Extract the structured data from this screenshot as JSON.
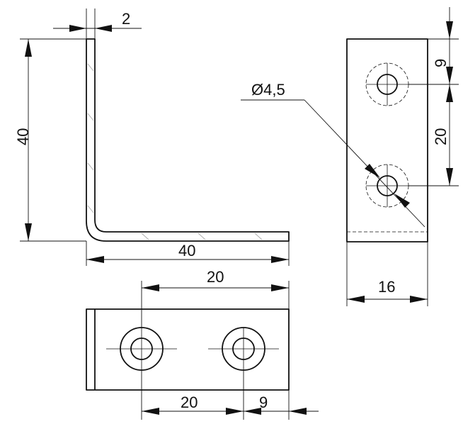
{
  "drawing": {
    "side_view": {
      "thickness_label": "2",
      "height_label": "40",
      "length_label": "40"
    },
    "right_view": {
      "hole_diameter_label": "Ø4,5",
      "edge_to_hole_label": "9",
      "hole_spacing_label": "20",
      "width_label": "16"
    },
    "bottom_view": {
      "top_spacing_label": "20",
      "bottom_spacing_label": "20",
      "edge_distance_label": "9"
    }
  }
}
